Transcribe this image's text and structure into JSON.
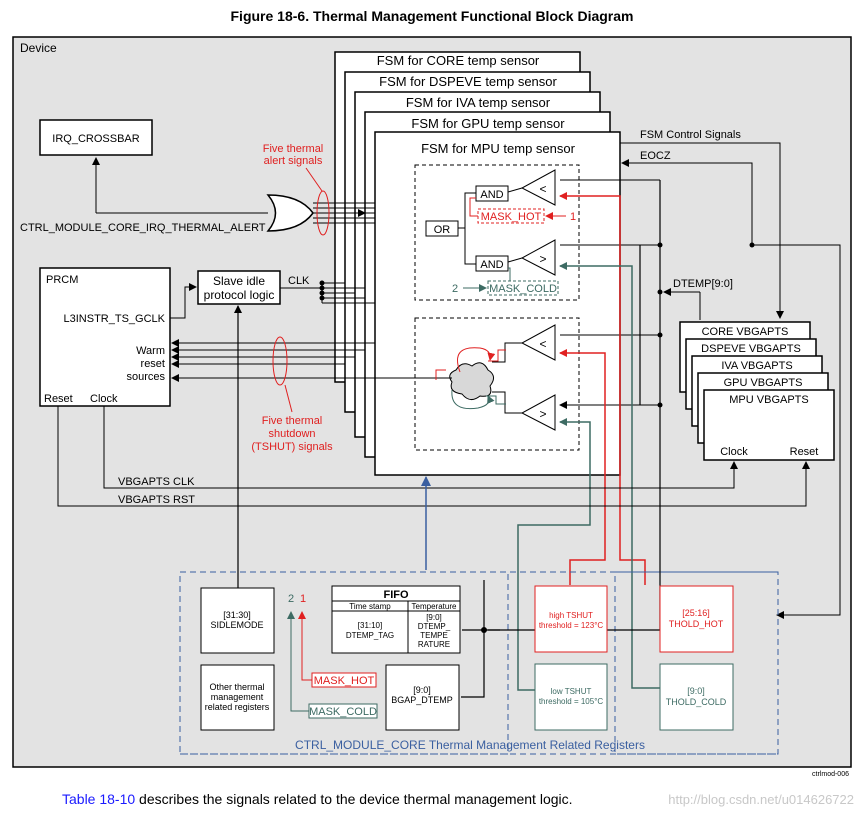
{
  "title": "Figure 18-6. Thermal Management Functional Block Diagram",
  "device_label": "Device",
  "fsm": {
    "core": "FSM for CORE temp sensor",
    "dspeve": "FSM for DSPEVE temp sensor",
    "iva": "FSM for IVA temp sensor",
    "gpu": "FSM for GPU temp sensor",
    "mpu": "FSM for MPU temp sensor"
  },
  "irq_crossbar": "IRQ_CROSSBAR",
  "alert_note": [
    "Five thermal",
    "alert signals"
  ],
  "irq_signal": "CTRL_MODULE_CORE_IRQ_THERMAL_ALERT",
  "gates": {
    "and_top": "AND",
    "and_bottom": "AND",
    "or": "OR"
  },
  "mask_hot": "MASK_HOT",
  "mask_cold": "MASK_COLD",
  "num_one": "1",
  "num_two": "2",
  "comparators": {
    "lt": "<",
    "gt": ">"
  },
  "fsm_control_signals": "FSM Control Signals",
  "eocz": "EOCZ",
  "dtemp_bus": "DTEMP[9:0]",
  "prcm": {
    "title": "PRCM",
    "gclk": "L3INSTR_TS_GCLK",
    "warm": "Warm",
    "reset_src": "reset",
    "sources": "sources",
    "reset": "Reset",
    "clock": "Clock"
  },
  "slave_idle": [
    "Slave idle",
    "protocol logic"
  ],
  "clk": "CLK",
  "shutdown_note": [
    "Five thermal",
    "shutdown",
    "(TSHUT) signals"
  ],
  "vbgapts": {
    "core": "CORE VBGAPTS",
    "dspeve": "DSPEVE VBGAPTS",
    "iva": "IVA VBGAPTS",
    "gpu": "GPU VBGAPTS",
    "mpu": "MPU VBGAPTS",
    "clock": "Clock",
    "reset": "Reset"
  },
  "vbgapts_clk": "VBGAPTS CLK",
  "vbgapts_rst": "VBGAPTS RST",
  "registers": {
    "sidlemode": [
      "[31:30]",
      "SIDLEMODE"
    ],
    "other": [
      "Other thermal",
      "management",
      "related registers"
    ],
    "fifo": "FIFO",
    "fifo_time": "Time stamp",
    "fifo_temp": "Temperature",
    "fifo_dtemp_tag": [
      "[31:10]",
      "DTEMP_TAG"
    ],
    "fifo_dtemp_temp": [
      "[9:0]",
      "DTEMP_",
      "TEMPE",
      "RATURE"
    ],
    "bgap": [
      "[9:0]",
      "BGAP_DTEMP"
    ],
    "high_tshut": [
      "high TSHUT",
      "threshold = 123°C"
    ],
    "low_tshut": [
      "low TSHUT",
      "threshold = 105°C"
    ],
    "thold_hot": [
      "[25:16]",
      "THOLD_HOT"
    ],
    "thold_cold": [
      "[9:0]",
      "THOLD_COLD"
    ],
    "group_label": "CTRL_MODULE_CORE Thermal Management Related Registers"
  },
  "figure_id": "ctrlmod-006",
  "caption_link": "Table 18-10",
  "caption_rest": " describes the signals related to the device thermal management logic.",
  "watermark": "http://blog.csdn.net/u014626722",
  "colors": {
    "red": "#e02020",
    "teal": "#3d6b63",
    "blue": "#3a5fa0",
    "panel": "#e3e3e3",
    "link": "#1a1aff"
  }
}
